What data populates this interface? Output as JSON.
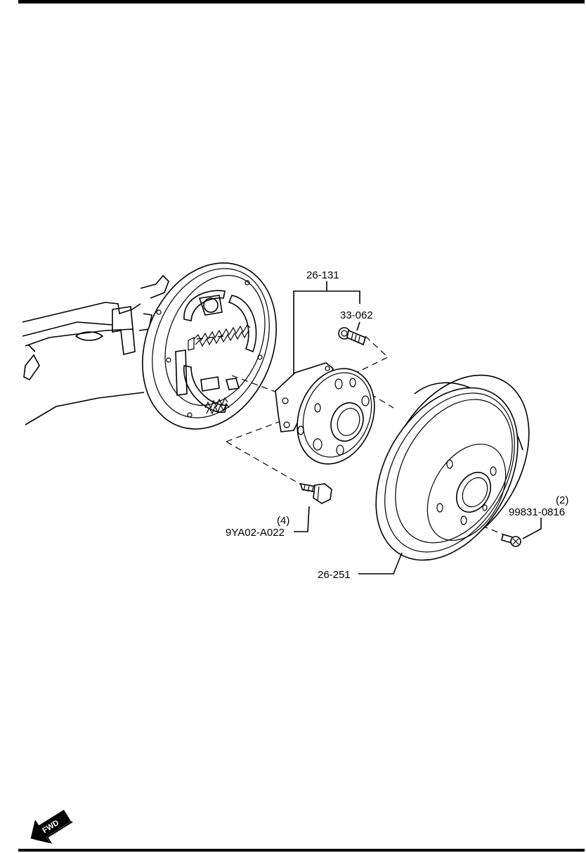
{
  "parts": {
    "hub_assembly": {
      "number": "26-131"
    },
    "hub_bolt": {
      "number": "33-062"
    },
    "mount_bolt": {
      "number": "9YA02-A022",
      "qty": "(4)"
    },
    "drum": {
      "number": "26-251"
    },
    "drum_screw": {
      "number": "99831-0816",
      "qty": "(2)"
    }
  },
  "fwd_indicator": {
    "label": "FWD"
  },
  "colors": {
    "ink": "#000000",
    "paper": "#ffffff"
  }
}
